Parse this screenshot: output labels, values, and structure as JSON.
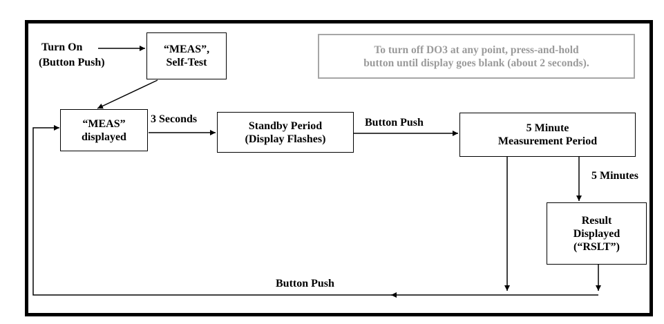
{
  "nodes": {
    "meas_selftest": {
      "line1": "“MEAS”,",
      "line2": "Self-Test"
    },
    "meas_displayed": {
      "line1": "“MEAS”",
      "line2": "displayed"
    },
    "standby": {
      "line1": "Standby Period",
      "line2": "(Display Flashes)"
    },
    "measurement": {
      "line1": "5 Minute",
      "line2": "Measurement Period"
    },
    "result": {
      "line1": "Result",
      "line2": "Displayed",
      "line3": "(“RSLT”)"
    }
  },
  "labels": {
    "turn_on": "Turn On",
    "button_push_start": "(Button Push)",
    "three_seconds": "3 Seconds",
    "button_push_mid": "Button Push",
    "five_minutes": "5 Minutes",
    "button_push_bottom": "Button Push"
  },
  "note": {
    "line1": "To turn off DO3 at any point, press-and-hold",
    "line2": "button until display goes blank (about 2 seconds)."
  }
}
